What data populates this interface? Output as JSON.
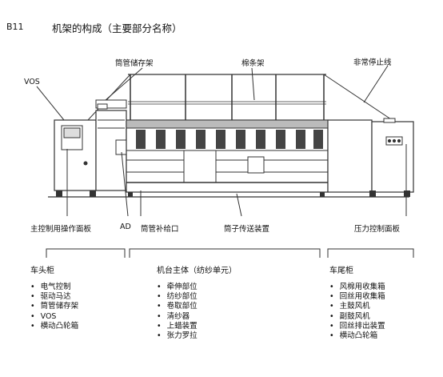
{
  "header": {
    "code": "B11",
    "title": "机架的构成（主要部分名称）"
  },
  "callouts": {
    "tube_rack": "筒管储存架",
    "sliver_rack": "棉条架",
    "emergency_line": "非常停止线",
    "vos": "VOS",
    "main_panel": "主控制用操作面板",
    "ad": "AD",
    "tube_feed": "筒管补给口",
    "tube_transport": "筒子传送装置",
    "pressure_panel": "压力控制面板"
  },
  "sections": [
    {
      "title": "车头柜",
      "items": [
        "电气控制",
        "驱动马达",
        "筒管储存架",
        "VOS",
        "横动凸轮箱"
      ]
    },
    {
      "title": "机台主体（纺纱单元）",
      "items": [
        "牵伸部位",
        "纺纱部位",
        "卷取部位",
        "清纱器",
        "上蜡装置",
        "张力罗拉"
      ]
    },
    {
      "title": "车尾柜",
      "items": [
        "风棉用收集箱",
        "回丝用收集箱",
        "主鼓风机",
        "副鼓风机",
        "回丝排出装置",
        "横动凸轮箱"
      ]
    }
  ]
}
